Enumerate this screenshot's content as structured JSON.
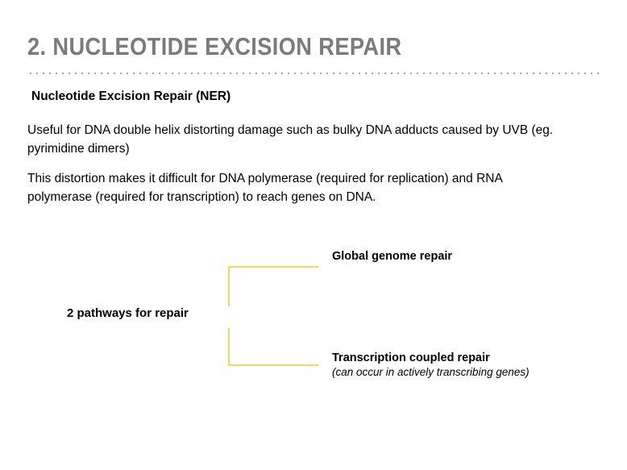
{
  "slide": {
    "title": "2. NUCLEOTIDE EXCISION REPAIR",
    "subtitle": "Nucleotide Excision Repair (NER)",
    "paragraphs": [
      "Useful for DNA double helix distorting damage such as bulky DNA adducts caused by UVB (eg. pyrimidine dimers)",
      "This distortion makes it difficult for DNA polymerase (required for replication) and RNA polymerase (required for transcription) to reach genes on DNA."
    ],
    "diagram": {
      "source_label": "2 pathways for repair",
      "branches": [
        {
          "label": "Global genome repair",
          "note": ""
        },
        {
          "label": "Transcription coupled repair",
          "note": "(can occur in actively transcribing genes)"
        }
      ]
    }
  },
  "colors": {
    "title_gray": "#7b7b7b",
    "divider_gray": "#9a9a9a",
    "bracket_yellow": "#e8d96b",
    "text_black": "#000000",
    "background": "#ffffff"
  }
}
